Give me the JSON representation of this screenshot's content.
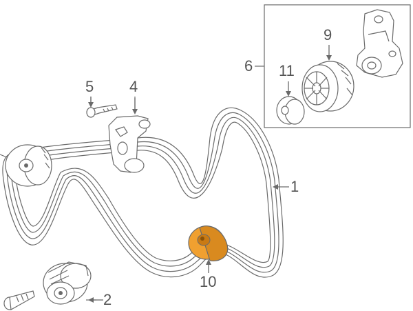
{
  "callouts": {
    "c1": "1",
    "c2": "2",
    "c4": "4",
    "c5": "5",
    "c6": "6",
    "c9": "9",
    "c10": "10",
    "c11": "11"
  },
  "colors": {
    "line": "#6a6a6a",
    "highlight_fill": "#f0a030",
    "highlight_dark": "#c97a14",
    "label_text": "#555555"
  }
}
